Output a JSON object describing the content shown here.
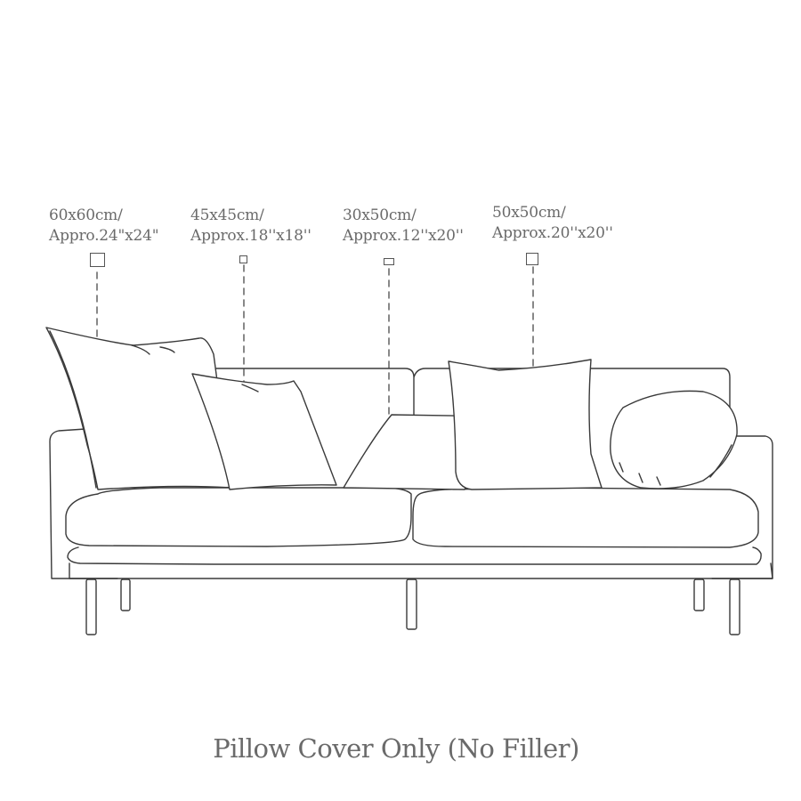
{
  "labels": [
    {
      "metric": "60x60cm/",
      "imperial": "Appro.24\"x24\"",
      "icon": "square-size-icon-large"
    },
    {
      "metric": "45x45cm/",
      "imperial": "Approx.18''x18''",
      "icon": "square-size-icon-small"
    },
    {
      "metric": "30x50cm/",
      "imperial": "Approx.12''x20''",
      "icon": "rectangle-size-icon"
    },
    {
      "metric": "50x50cm/",
      "imperial": "Approx.20''x20''",
      "icon": "square-size-icon-medium"
    }
  ],
  "caption": "Pillow Cover Only (No Filler)",
  "colors": {
    "text": "#6a6a6a",
    "line": "#3a3a3a",
    "background": "#ffffff"
  }
}
